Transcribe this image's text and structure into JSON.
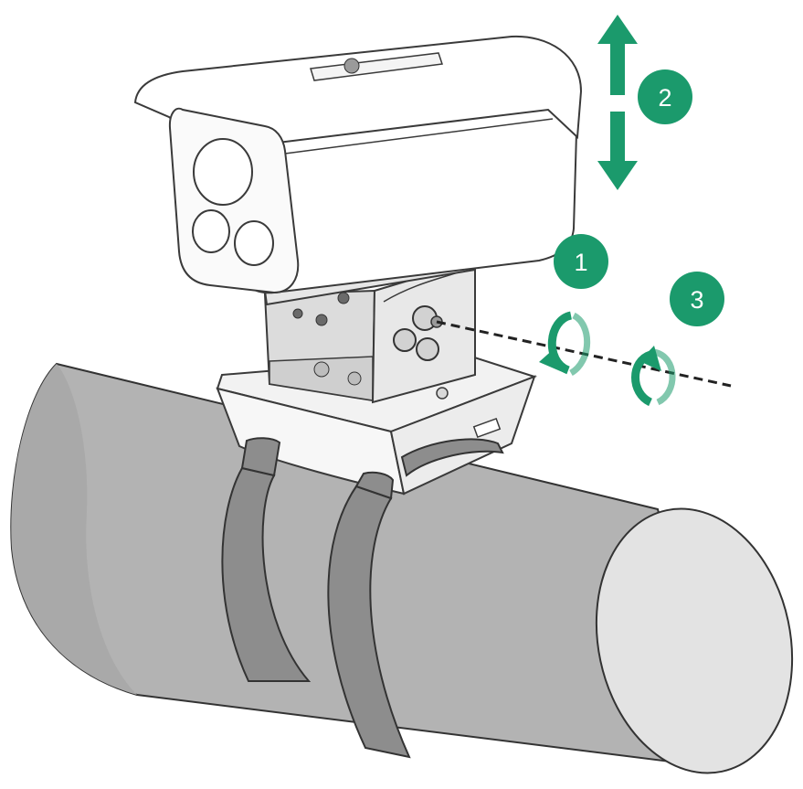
{
  "colors": {
    "accent": "#1b9a6c",
    "pipe": "#b3b3b3",
    "strap": "#8d8d8d",
    "outline": "#3a3a3a",
    "bracket": "#f2f2f2",
    "camera_body": "#ffffff"
  },
  "steps": [
    {
      "number": "1"
    },
    {
      "number": "2"
    },
    {
      "number": "3"
    }
  ],
  "icons": {
    "vertical_adjust": "double-arrow-up-down-icon",
    "loosen_screw": "rotate-counterclockwise-icon",
    "tighten_screw": "rotate-clockwise-icon"
  }
}
